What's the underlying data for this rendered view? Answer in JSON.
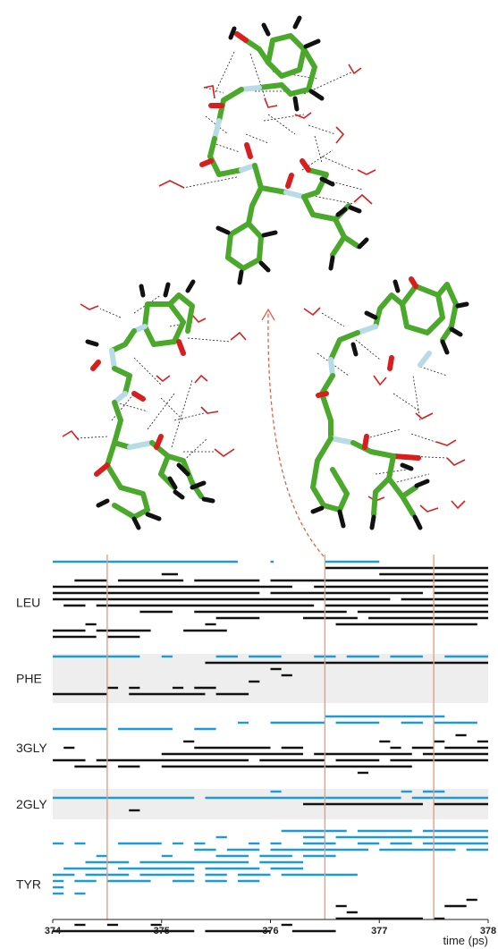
{
  "colors": {
    "carbon": "#4aa82a",
    "oxygen": "#d81e1e",
    "nitrogen": "#b8dbe6",
    "hydrogen": "#111111",
    "hbond": "#222222",
    "water_bond": "#d81e1e",
    "arrow": "#e0623d",
    "marker_line": "#e3a07f",
    "blue_bar": "#1e9ad6",
    "black_bar": "#111111",
    "band_shade": "#eeeeee"
  },
  "timeline": {
    "xlabel": "time (ps)",
    "xlim": [
      374,
      378
    ],
    "ticks": [
      "374",
      "375",
      "376",
      "377",
      "378"
    ],
    "markers": [
      374.5,
      376.5,
      377.5
    ],
    "residues": [
      {
        "name": "LEU",
        "shaded": false,
        "blue": [
          [
            [
              374.0,
              375.7
            ],
            [
              376.0,
              376.03
            ],
            [
              376.5,
              377.0
            ]
          ]
        ],
        "black": [
          [
            [
              376.5,
              378
            ]
          ],
          [
            [
              375.0,
              375.15
            ],
            [
              377.0,
              378
            ]
          ],
          [
            [
              374.2,
              374.5
            ],
            [
              374.6,
              375.2
            ],
            [
              375.3,
              375.9
            ],
            [
              376.0,
              378
            ]
          ],
          [
            [
              374.0,
              376.2
            ],
            [
              376.4,
              378
            ]
          ],
          [
            [
              374.0,
              375.9
            ],
            [
              376.0,
              377.4
            ],
            [
              377.5,
              378
            ]
          ],
          [
            [
              374.0,
              377.1
            ],
            [
              377.2,
              378
            ]
          ],
          [
            [
              374.1,
              374.3
            ],
            [
              374.4,
              376.4
            ],
            [
              376.5,
              378
            ]
          ],
          [
            [
              374.8,
              375.1
            ],
            [
              375.3,
              376.7
            ],
            [
              376.8,
              378
            ]
          ],
          [
            [
              375.5,
              375.9
            ],
            [
              376.3,
              376.8
            ],
            [
              376.9,
              378
            ]
          ],
          [
            [
              374.3,
              374.4
            ],
            [
              375.4,
              375.5
            ],
            [
              376.6,
              377.9
            ]
          ],
          [
            [
              374.0,
              374.3
            ],
            [
              374.4,
              374.9
            ],
            [
              375.2,
              375.6
            ]
          ],
          [
            [
              374.0,
              374.4
            ],
            [
              374.5,
              374.8
            ]
          ]
        ]
      },
      {
        "name": "PHE",
        "shaded": true,
        "blue": [
          [
            [
              374.0,
              374.8
            ],
            [
              375.0,
              375.1
            ],
            [
              375.5,
              375.7
            ],
            [
              375.8,
              376.1
            ],
            [
              376.4,
              376.6
            ],
            [
              376.7,
              377.0
            ],
            [
              377.1,
              377.4
            ],
            [
              377.6,
              378
            ]
          ]
        ],
        "black": [
          [
            [
              375.4,
              378
            ]
          ],
          [
            [
              376.0,
              376.1
            ]
          ],
          [
            [
              376.1,
              376.2
            ]
          ],
          [
            [
              375.8,
              375.9
            ]
          ],
          [
            [
              374.5,
              374.6
            ],
            [
              374.7,
              374.8
            ],
            [
              375.1,
              375.2
            ],
            [
              375.3,
              375.5
            ]
          ],
          [
            [
              374.0,
              374.5
            ],
            [
              374.7,
              375.4
            ],
            [
              375.5,
              375.8
            ]
          ]
        ]
      },
      {
        "name": "3GLY",
        "shaded": false,
        "blue": [
          [
            [
              376.5,
              377.2
            ],
            [
              377.2,
              377.6
            ]
          ],
          [
            [
              375.7,
              375.8
            ],
            [
              376.0,
              376.5
            ],
            [
              376.6,
              377.0
            ],
            [
              377.2,
              377.4
            ],
            [
              377.5,
              377.9
            ]
          ],
          [
            [
              374.0,
              374.5
            ],
            [
              374.6,
              375.1
            ],
            [
              375.3,
              375.5
            ]
          ]
        ],
        "black": [
          [
            [
              377.7,
              377.8
            ]
          ],
          [
            [
              375.2,
              375.3
            ],
            [
              377.0,
              377.1
            ],
            [
              377.5,
              377.6
            ],
            [
              377.9,
              378
            ]
          ],
          [
            [
              374.1,
              374.2
            ],
            [
              375.3,
              376.0
            ],
            [
              376.1,
              376.3
            ],
            [
              377.1,
              377.2
            ],
            [
              377.3,
              377.5
            ],
            [
              377.6,
              378
            ]
          ],
          [
            [
              375.0,
              376.3
            ],
            [
              376.4,
              377.3
            ],
            [
              377.4,
              378
            ]
          ],
          [
            [
              374.0,
              374.3
            ],
            [
              374.4,
              375.8
            ],
            [
              375.9,
              376.5
            ],
            [
              376.6,
              377.0
            ],
            [
              377.1,
              378
            ]
          ],
          [
            [
              374.2,
              374.5
            ],
            [
              374.6,
              374.8
            ],
            [
              375.0,
              377.3
            ]
          ],
          [
            [
              376.8,
              376.9
            ]
          ]
        ]
      },
      {
        "name": "2GLY",
        "shaded": true,
        "blue": [
          [
            [
              376.0,
              376.1
            ],
            [
              377.2,
              377.3
            ],
            [
              377.4,
              377.6
            ]
          ],
          [
            [
              374.0,
              375.3
            ],
            [
              375.4,
              377.2
            ],
            [
              377.3,
              378
            ]
          ]
        ],
        "black": [
          [
            [
              376.3,
              377.4
            ],
            [
              377.5,
              378
            ]
          ],
          [
            [
              374.7,
              374.8
            ]
          ]
        ]
      },
      {
        "name": "TYR",
        "shaded": false,
        "blue": [
          [
            [
              376.1,
              376.7
            ],
            [
              376.8,
              377.3
            ],
            [
              377.4,
              378
            ]
          ],
          [
            [
              375.5,
              375.6
            ],
            [
              376.3,
              376.5
            ],
            [
              376.6,
              378
            ]
          ],
          [
            [
              374.0,
              374.1
            ],
            [
              374.2,
              374.3
            ],
            [
              374.6,
              375.0
            ],
            [
              375.1,
              375.2
            ],
            [
              375.3,
              375.4
            ],
            [
              375.8,
              375.9
            ],
            [
              376.0,
              376.1
            ],
            [
              376.3,
              376.6
            ],
            [
              376.8,
              377.0
            ],
            [
              377.1,
              377.3
            ],
            [
              377.4,
              378
            ]
          ],
          [
            [
              375.3,
              375.5
            ],
            [
              375.6,
              375.9
            ],
            [
              376.0,
              376.9
            ],
            [
              377.0,
              377.7
            ],
            [
              377.8,
              378
            ]
          ],
          [
            [
              374.4,
              374.5
            ],
            [
              375.0,
              375.1
            ],
            [
              375.5,
              375.8
            ],
            [
              375.9,
              376.2
            ],
            [
              376.3,
              376.6
            ]
          ],
          [
            [
              374.3,
              374.7
            ],
            [
              374.8,
              375.8
            ],
            [
              375.9,
              376.3
            ]
          ],
          [
            [
              374.1,
              374.5
            ],
            [
              374.6,
              375.3
            ],
            [
              375.4,
              375.9
            ],
            [
              376.0,
              376.3
            ]
          ],
          [
            [
              374.0,
              374.2
            ],
            [
              374.3,
              374.7
            ],
            [
              374.8,
              375.3
            ],
            [
              375.4,
              375.6
            ],
            [
              375.7,
              376.0
            ],
            [
              376.1,
              376.8
            ]
          ],
          [
            [
              374.0,
              374.1
            ],
            [
              374.2,
              374.4
            ],
            [
              374.5,
              374.9
            ],
            [
              375.1,
              375.3
            ],
            [
              375.4,
              375.6
            ],
            [
              375.7,
              375.9
            ]
          ],
          [
            [
              374.0,
              374.1
            ]
          ],
          [
            [
              374.0,
              374.1
            ],
            [
              374.2,
              374.3
            ]
          ]
        ],
        "black": [
          [
            [
              377.8,
              377.9
            ]
          ],
          [
            [
              376.6,
              376.7
            ],
            [
              377.6,
              377.8
            ]
          ],
          [
            [
              376.7,
              376.8
            ]
          ],
          [
            [
              376.6,
              377.4
            ],
            [
              377.5,
              377.6
            ]
          ],
          [
            [
              374.2,
              374.3
            ],
            [
              374.5,
              374.6
            ],
            [
              374.9,
              375.0
            ],
            [
              376.1,
              376.2
            ]
          ],
          [
            [
              374.0,
              375.3
            ],
            [
              375.4,
              376.0
            ],
            [
              376.2,
              376.6
            ]
          ]
        ]
      }
    ]
  }
}
